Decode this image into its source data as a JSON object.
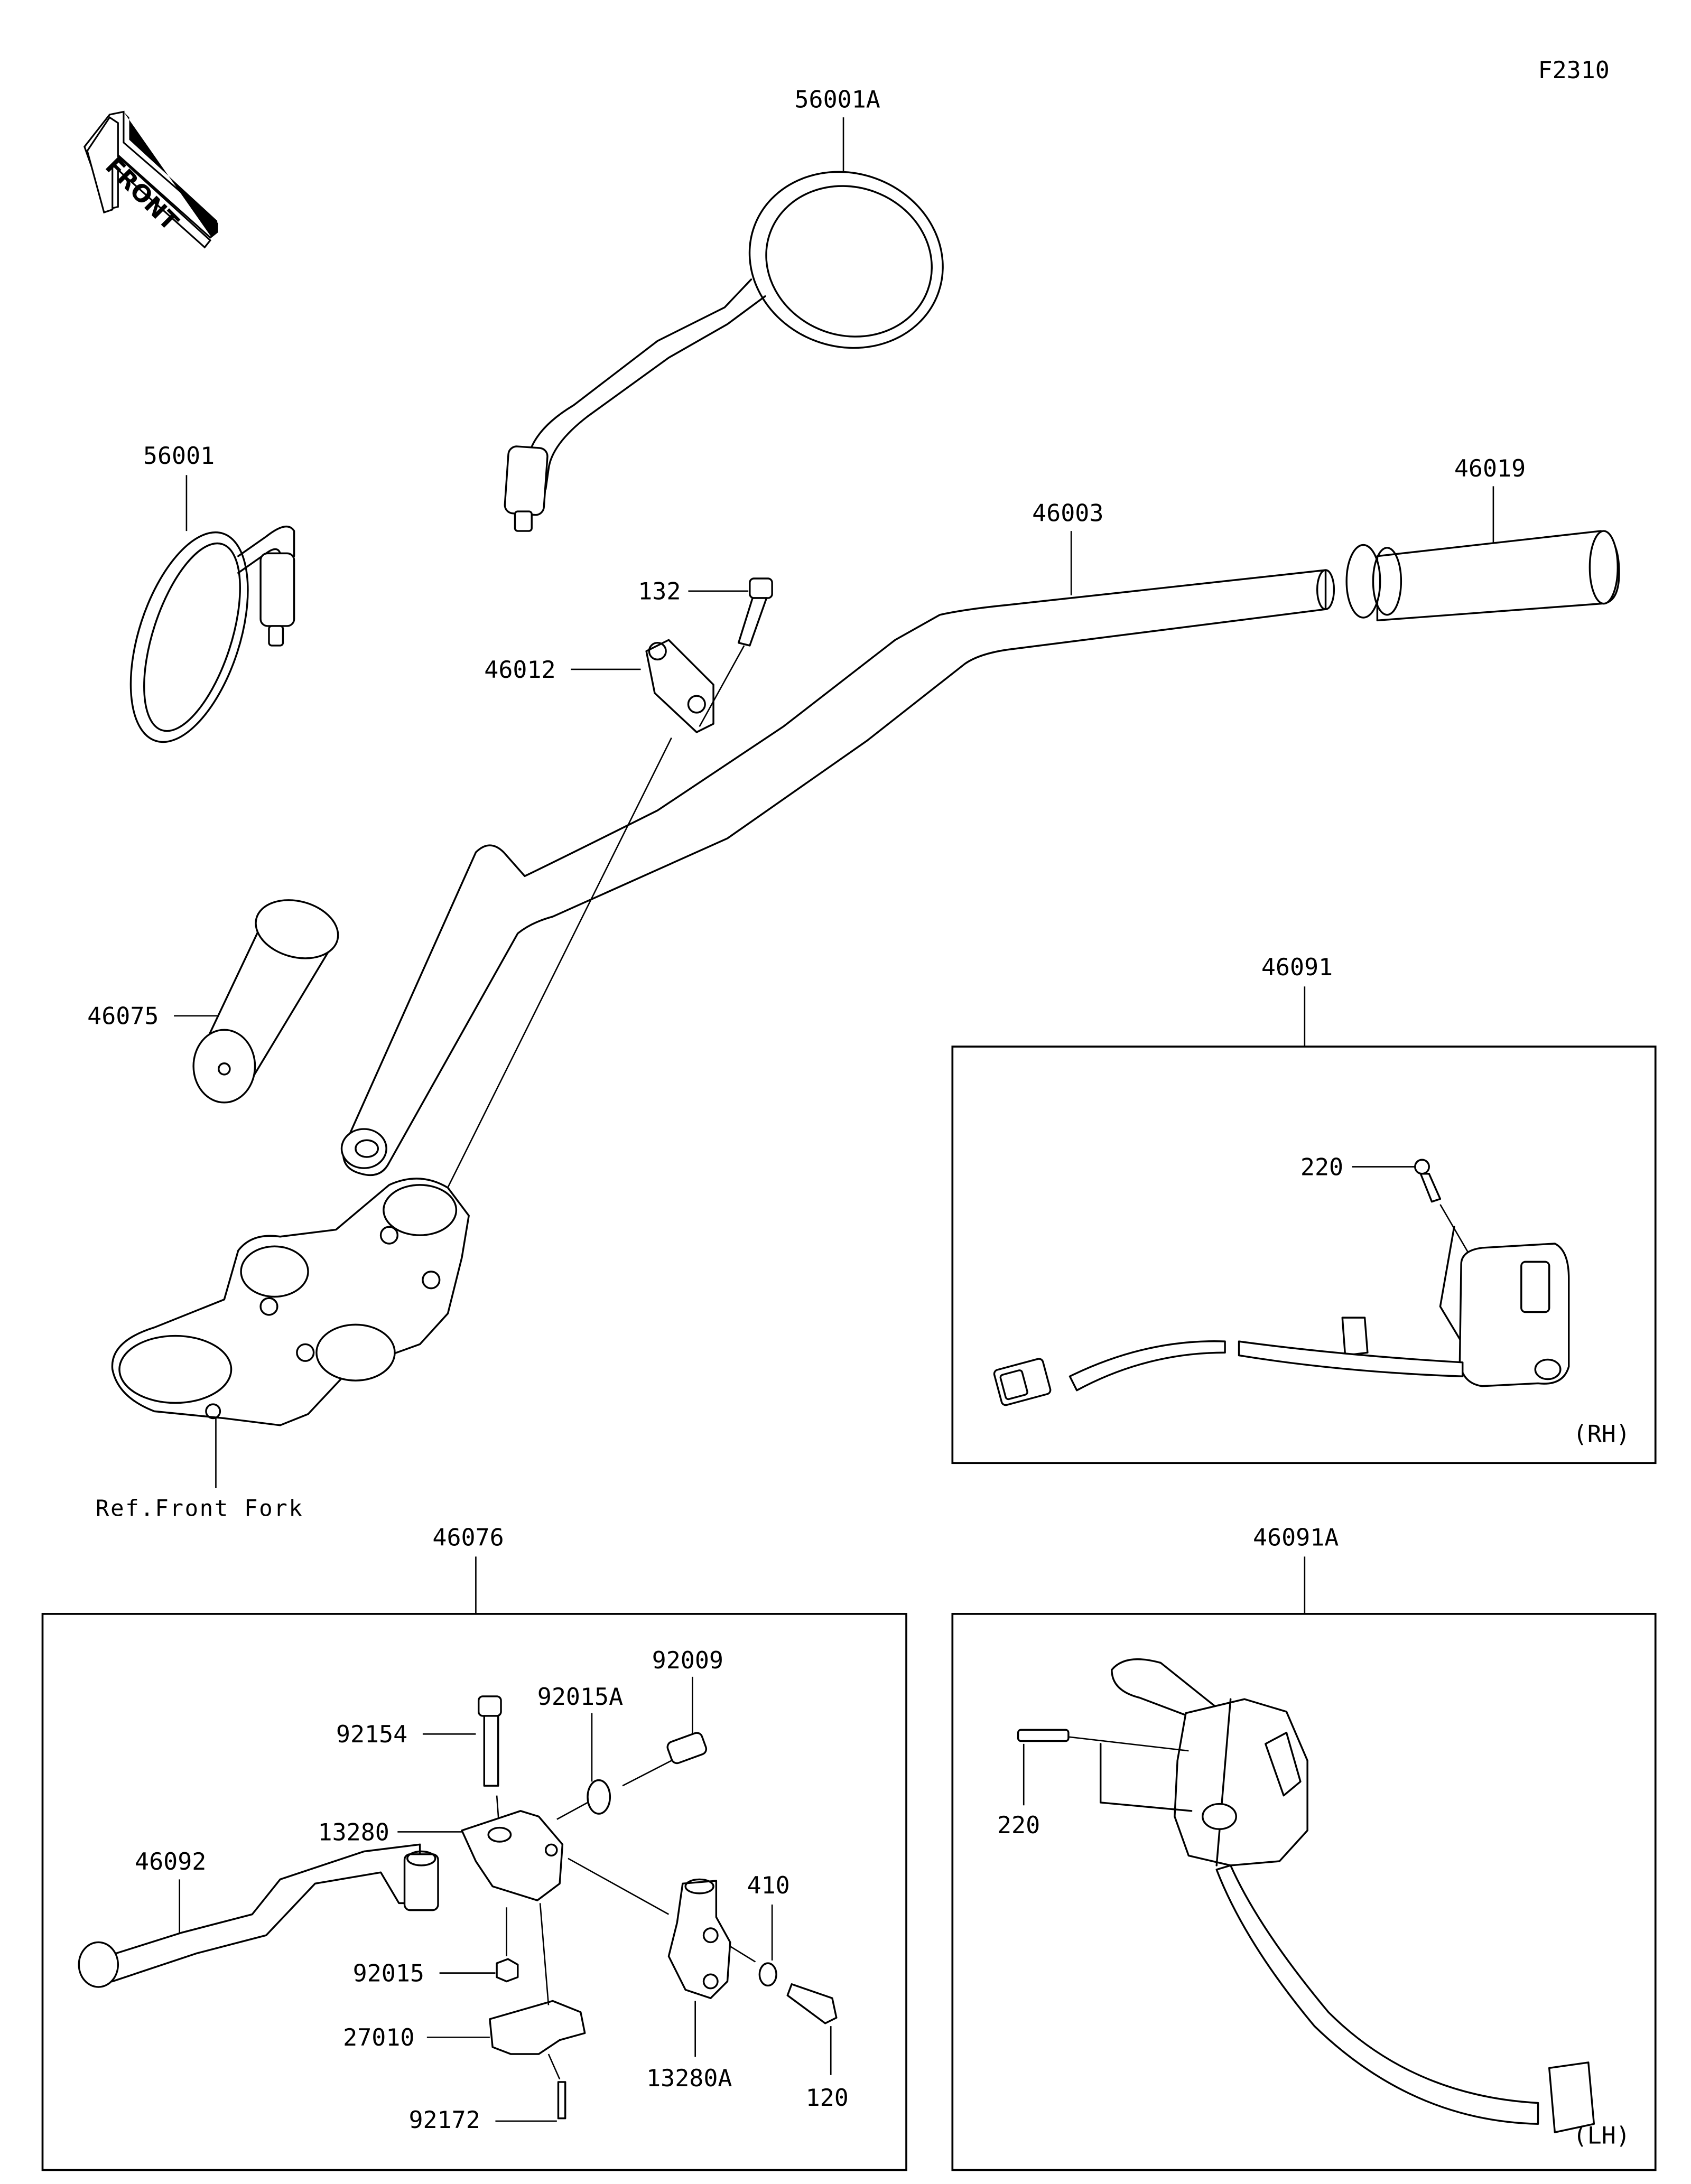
{
  "figure_code": "F2310",
  "direction_marker": {
    "label": "FRONT",
    "icon": "front-arrow-icon"
  },
  "callouts": {
    "mirror_right": "56001A",
    "mirror_left": "56001",
    "handlebar": "46003",
    "throttle_grip": "46019",
    "bolt_132": "132",
    "holder_46012": "46012",
    "grip_left": "46075",
    "ref_front_fork": "Ref.Front Fork"
  },
  "groups": [
    {
      "id": "switch-rh",
      "part_number": "46091",
      "side_label": "(RH)",
      "callouts": [
        "220"
      ]
    },
    {
      "id": "lever-assy",
      "part_number": "46076",
      "callouts": [
        "92009",
        "92015A",
        "92154",
        "13280",
        "46092",
        "410",
        "92015",
        "27010",
        "13280A",
        "120",
        "92172"
      ]
    },
    {
      "id": "switch-lh",
      "part_number": "46091A",
      "side_label": "(LH)",
      "callouts": [
        "220"
      ]
    }
  ]
}
